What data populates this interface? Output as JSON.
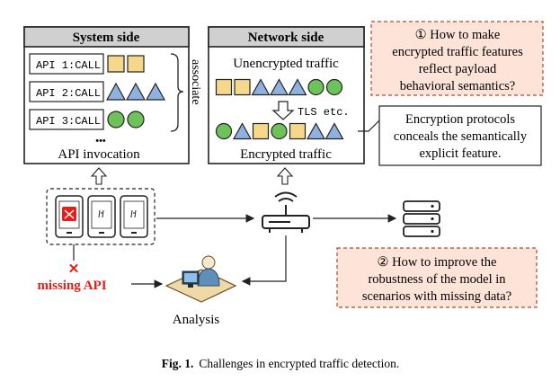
{
  "system_side": {
    "title": "System side",
    "api_rows": [
      {
        "label": "API 1:CALL",
        "shapes": [
          "square",
          "square"
        ]
      },
      {
        "label": "API 2:CALL",
        "shapes": [
          "triangle",
          "triangle",
          "triangle"
        ]
      },
      {
        "label": "API 3:CALL",
        "shapes": [
          "circle",
          "circle"
        ]
      }
    ],
    "ellipsis": "•••",
    "caption": "API invocation",
    "associate_label": "associate"
  },
  "network_side": {
    "title": "Network side",
    "unencrypted_label": "Unencrypted traffic",
    "unencrypted_sequence": [
      "square",
      "square",
      "triangle",
      "triangle",
      "triangle",
      "circle",
      "circle"
    ],
    "tls_label": "TLS etc.",
    "encrypted_sequence": [
      "circle",
      "triangle",
      "square",
      "circle",
      "square",
      "triangle",
      "triangle"
    ],
    "encrypted_label": "Encrypted traffic"
  },
  "question_1": {
    "lines": [
      "① How to make",
      "encrypted traffic features",
      "reflect payload",
      "behavioral semantics?"
    ]
  },
  "encryption_note": {
    "lines": [
      "Encryption protocols",
      "conceals the semantically",
      "explicit feature."
    ]
  },
  "question_2": {
    "lines": [
      "② How to improve the",
      "robustness of the model in",
      "scenarios with missing data?"
    ]
  },
  "missing_api": {
    "mark": "✕",
    "label": "missing API"
  },
  "analysis_label": "Analysis",
  "caption": {
    "prefix": "Fig. 1.",
    "text": "Challenges in encrypted traffic detection."
  },
  "colors": {
    "square_fill": "#f6d88a",
    "triangle_fill": "#8fb1e0",
    "circle_fill": "#6ec25a",
    "header_fill": "#d0d0d0",
    "callout_fill": "#fde3d8",
    "callout_border": "#b04a2e",
    "missing_red": "#e0201a"
  }
}
